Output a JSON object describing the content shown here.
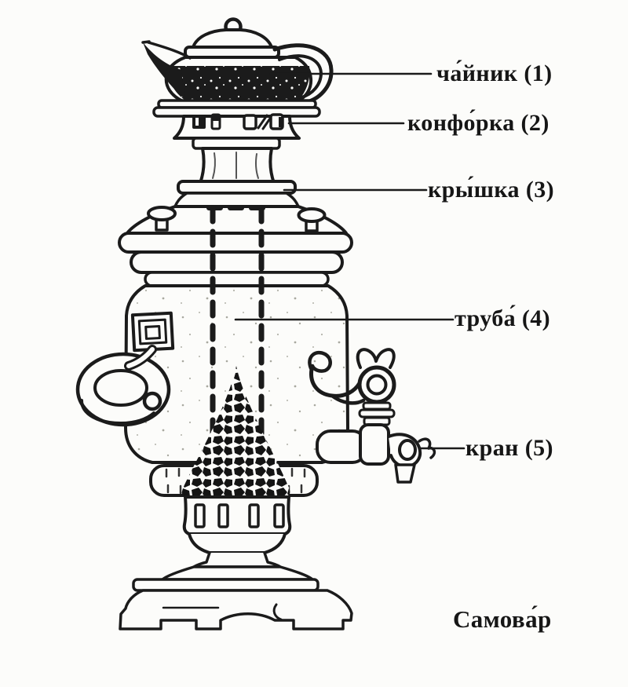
{
  "diagram": {
    "caption": "Самова́р",
    "labels": {
      "teapot": "ча́йник (1)",
      "burner": "конфо́рка (2)",
      "lid": "кры́шка (3)",
      "pipe": "труба́ (4)",
      "tap": "кран (5)"
    }
  },
  "colors": {
    "ink": "#1b1b1b",
    "paper": "#fcfcfa"
  }
}
